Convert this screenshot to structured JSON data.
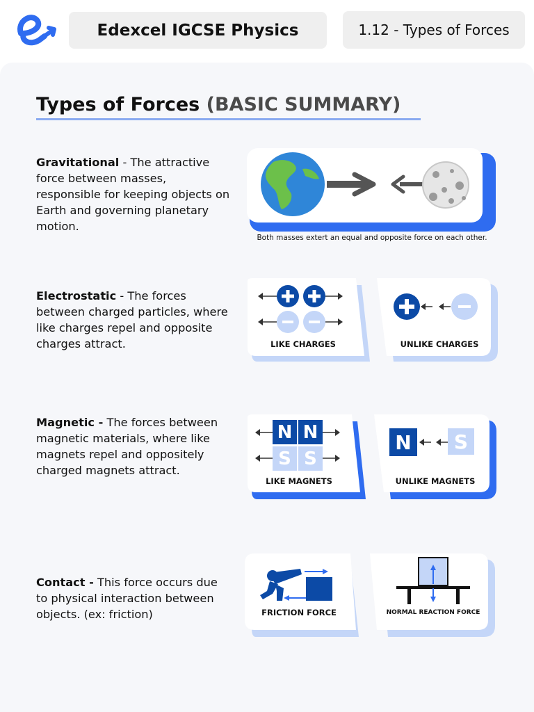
{
  "header": {
    "title": "Edexcel IGCSE Physics",
    "topic": "1.12 - Types of Forces"
  },
  "heading": {
    "main": "Types of Forces",
    "sub": "(BASIC SUMMARY)"
  },
  "sections": [
    {
      "name": "Gravitational",
      "separator": " - ",
      "text": "The attractive force between masses, responsible for keeping objects on Earth and governing planetary motion.",
      "caption": "Both masses extert an equal and opposite force on each other."
    },
    {
      "name": "Electrostatic",
      "separator": " - ",
      "text": "The forces between charged particles, where like charges repel and opposite charges attract.",
      "labels": [
        "LIKE CHARGES",
        "UNLIKE CHARGES"
      ]
    },
    {
      "name": "Magnetic -",
      "separator": " ",
      "text": "The forces between magnetic materials, where like magnets repel and oppositely charged magnets attract.",
      "labels": [
        "LIKE MAGNETS",
        "UNLIKE MAGNETS"
      ],
      "poles": [
        "N",
        "S"
      ]
    },
    {
      "name": "Contact -",
      "separator": " ",
      "text": "This force occurs due to physical interaction between objects. (ex: friction)",
      "labels": [
        "FRICTION FORCE",
        "NORMAL REACTION FORCE"
      ]
    }
  ],
  "colors": {
    "accent": "#2f6cf0",
    "dark_blue": "#0c4aa6",
    "light_blue": "#c4d6f8",
    "panel": "#f6f7fa"
  }
}
